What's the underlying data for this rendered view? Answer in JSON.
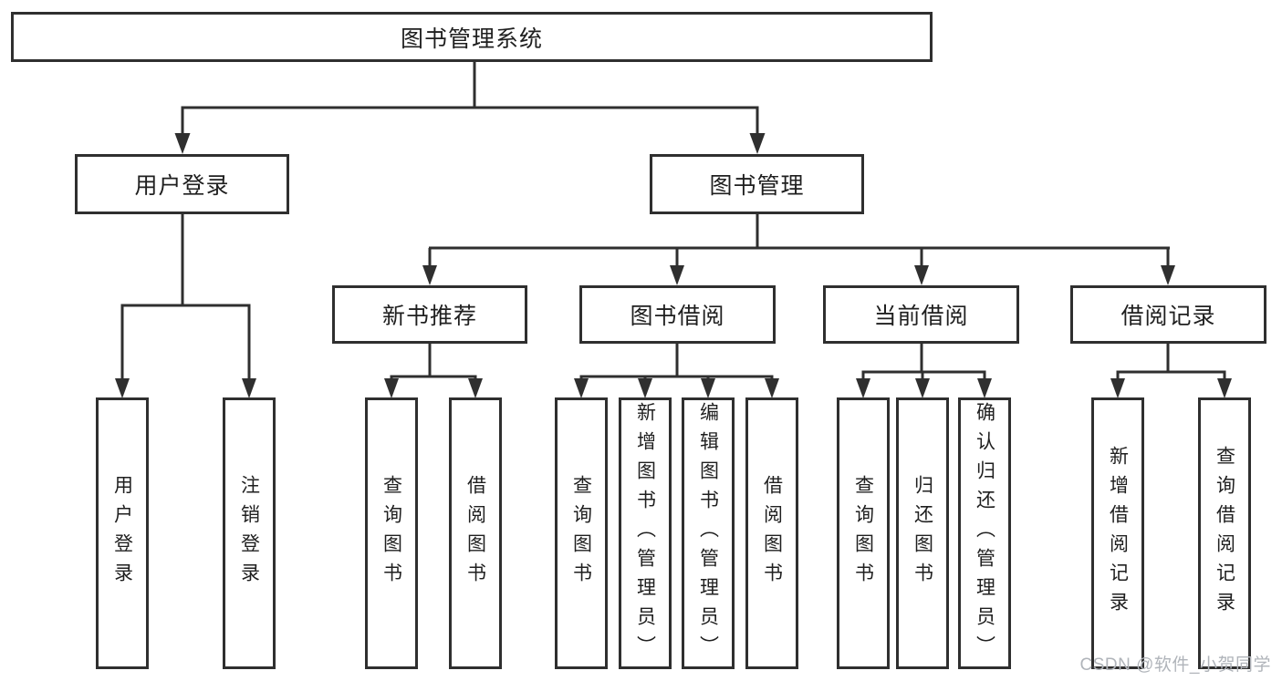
{
  "tree": {
    "root": {
      "label": "图书管理系统"
    },
    "branches": [
      {
        "label": "用户登录",
        "children": [
          {
            "label": "用户登录"
          },
          {
            "label": "注销登录"
          }
        ]
      },
      {
        "label": "图书管理",
        "children": [
          {
            "label": "新书推荐",
            "children": [
              {
                "label": "查询图书"
              },
              {
                "label": "借阅图书"
              }
            ]
          },
          {
            "label": "图书借阅",
            "children": [
              {
                "label": "查询图书"
              },
              {
                "label": "新增图书（管理员）"
              },
              {
                "label": "编辑图书（管理员）"
              },
              {
                "label": "借阅图书"
              }
            ]
          },
          {
            "label": "当前借阅",
            "children": [
              {
                "label": "查询图书"
              },
              {
                "label": "归还图书"
              },
              {
                "label": "确认归还（管理员）"
              }
            ]
          },
          {
            "label": "借阅记录",
            "children": [
              {
                "label": "新增借阅记录"
              },
              {
                "label": "查询借阅记录"
              }
            ]
          }
        ]
      }
    ]
  },
  "watermark": {
    "text": "CSDN @软件_小贺同学"
  },
  "colors": {
    "line": "#2f2f2f",
    "box_border": "#2f2f2f",
    "text": "#1f1f1f",
    "watermark": "#b0b4ba",
    "background": "#ffffff"
  }
}
